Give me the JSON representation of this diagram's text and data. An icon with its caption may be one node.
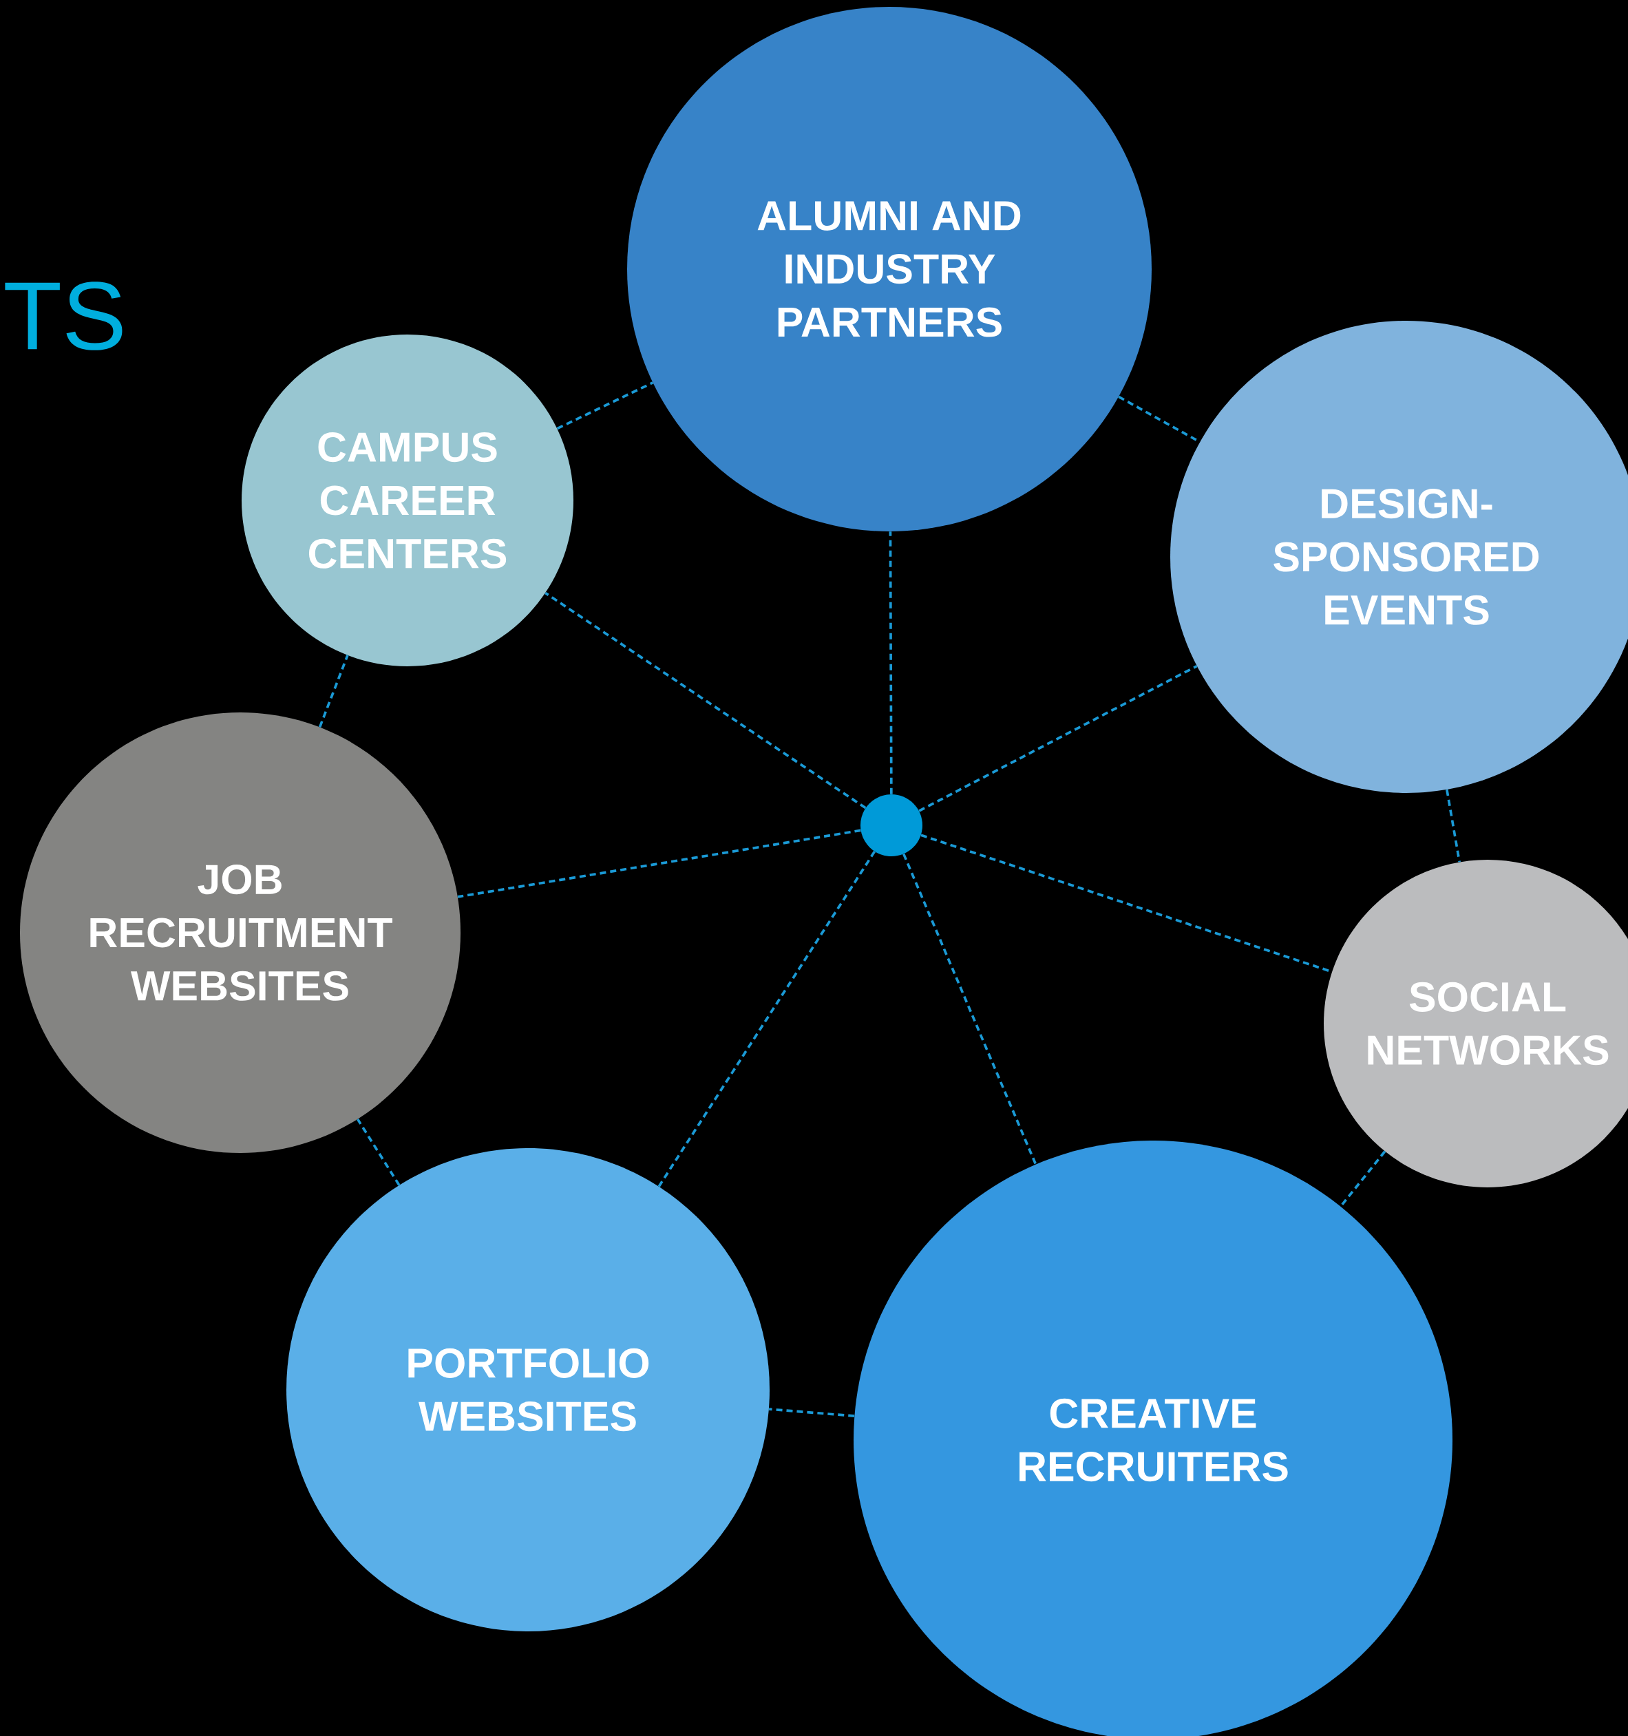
{
  "diagram": {
    "nodes": [
      {
        "text": [
          "ALUMNI AND INDUSTRY PARTNERS"
        ]
      },
      {
        "text": [
          "CAMPUS CAREER CENTERS"
        ]
      },
      {
        "text": [
          "DESIGN-SPONSORED EVENTS"
        ]
      },
      {
        "text": [],
        "shape": "circle"
      },
      {
        "text": [
          "JOB RECRUITMENT WEBSITES"
        ]
      },
      {
        "text": [
          "SOCIAL NETWORKS"
        ]
      },
      {
        "text": [
          "PORTFOLIO WEBSITES"
        ]
      },
      {
        "text": [
          "CREATIVE RECRUITERS"
        ]
      }
    ],
    "edges": [
      {
        "from": 3,
        "to": 0,
        "arrow": "none",
        "style": "dashed"
      },
      {
        "from": 3,
        "to": 1,
        "arrow": "none",
        "style": "dashed"
      },
      {
        "from": 3,
        "to": 2,
        "arrow": "none",
        "style": "dashed"
      },
      {
        "from": 3,
        "to": 4,
        "arrow": "none",
        "style": "dashed"
      },
      {
        "from": 3,
        "to": 5,
        "arrow": "none",
        "style": "dashed"
      },
      {
        "from": 3,
        "to": 6,
        "arrow": "none",
        "style": "dashed"
      },
      {
        "from": 3,
        "to": 7,
        "arrow": "none",
        "style": "dashed"
      },
      {
        "from": 1,
        "to": 0,
        "arrow": "none",
        "style": "dashed"
      },
      {
        "from": 0,
        "to": 2,
        "arrow": "none",
        "style": "dashed"
      },
      {
        "from": 2,
        "to": 5,
        "arrow": "none",
        "style": "dashed"
      },
      {
        "from": 5,
        "to": 7,
        "arrow": "none",
        "style": "dashed"
      },
      {
        "from": 7,
        "to": 6,
        "arrow": "none",
        "style": "dashed"
      },
      {
        "from": 6,
        "to": 4,
        "arrow": "none",
        "style": "dashed"
      },
      {
        "from": 4,
        "to": 1,
        "arrow": "none",
        "style": "dashed"
      }
    ],
    "labels": [
      "TS"
    ]
  }
}
